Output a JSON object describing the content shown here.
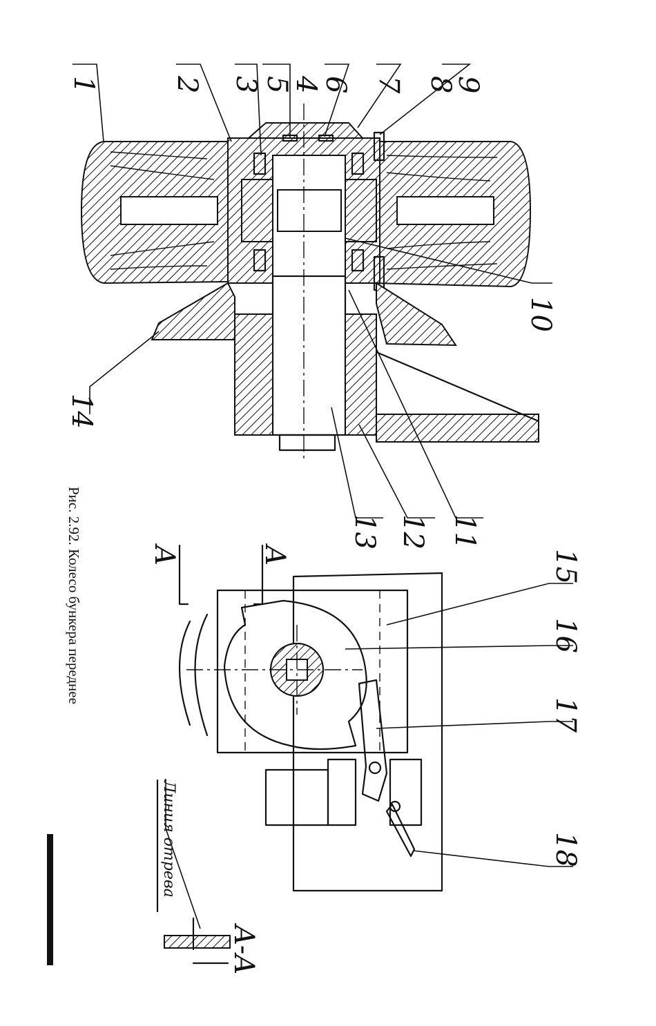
{
  "caption": "Рис. 2.92. Колесо бункера переднее",
  "callouts": [
    "1",
    "2",
    "3",
    "4",
    "5",
    "6",
    "7",
    "8",
    "9",
    "10",
    "11",
    "12",
    "13",
    "14",
    "15",
    "16",
    "17",
    "18"
  ],
  "section_letter": "A",
  "section_label": "A-A",
  "handwritten_note": "Линия отрева"
}
